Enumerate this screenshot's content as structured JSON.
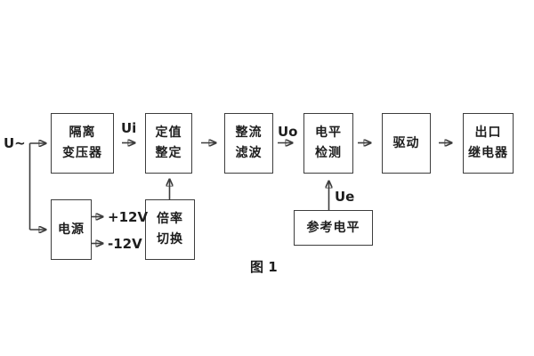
{
  "colors": {
    "background": "#ffffff",
    "line": "#3d3d3d",
    "text": "#1e1e1e"
  },
  "diagram": {
    "caption": "图 1",
    "blocks": {
      "isolation_transformer": "隔离\n变压器",
      "setting": "定值\n整定",
      "rectifier_filter": "整流\n滤波",
      "level_detection": "电平\n检测",
      "driver": "驱动",
      "output_relay": "出口\n继电器",
      "power_supply": "电源",
      "ratio_switch": "倍率\n切换",
      "reference_level": "参考电平"
    },
    "signals": {
      "input": "U~",
      "ui": "Ui",
      "uo": "Uo",
      "ue": "Ue",
      "plus12v": "+12V",
      "minus12v": "-12V"
    }
  }
}
